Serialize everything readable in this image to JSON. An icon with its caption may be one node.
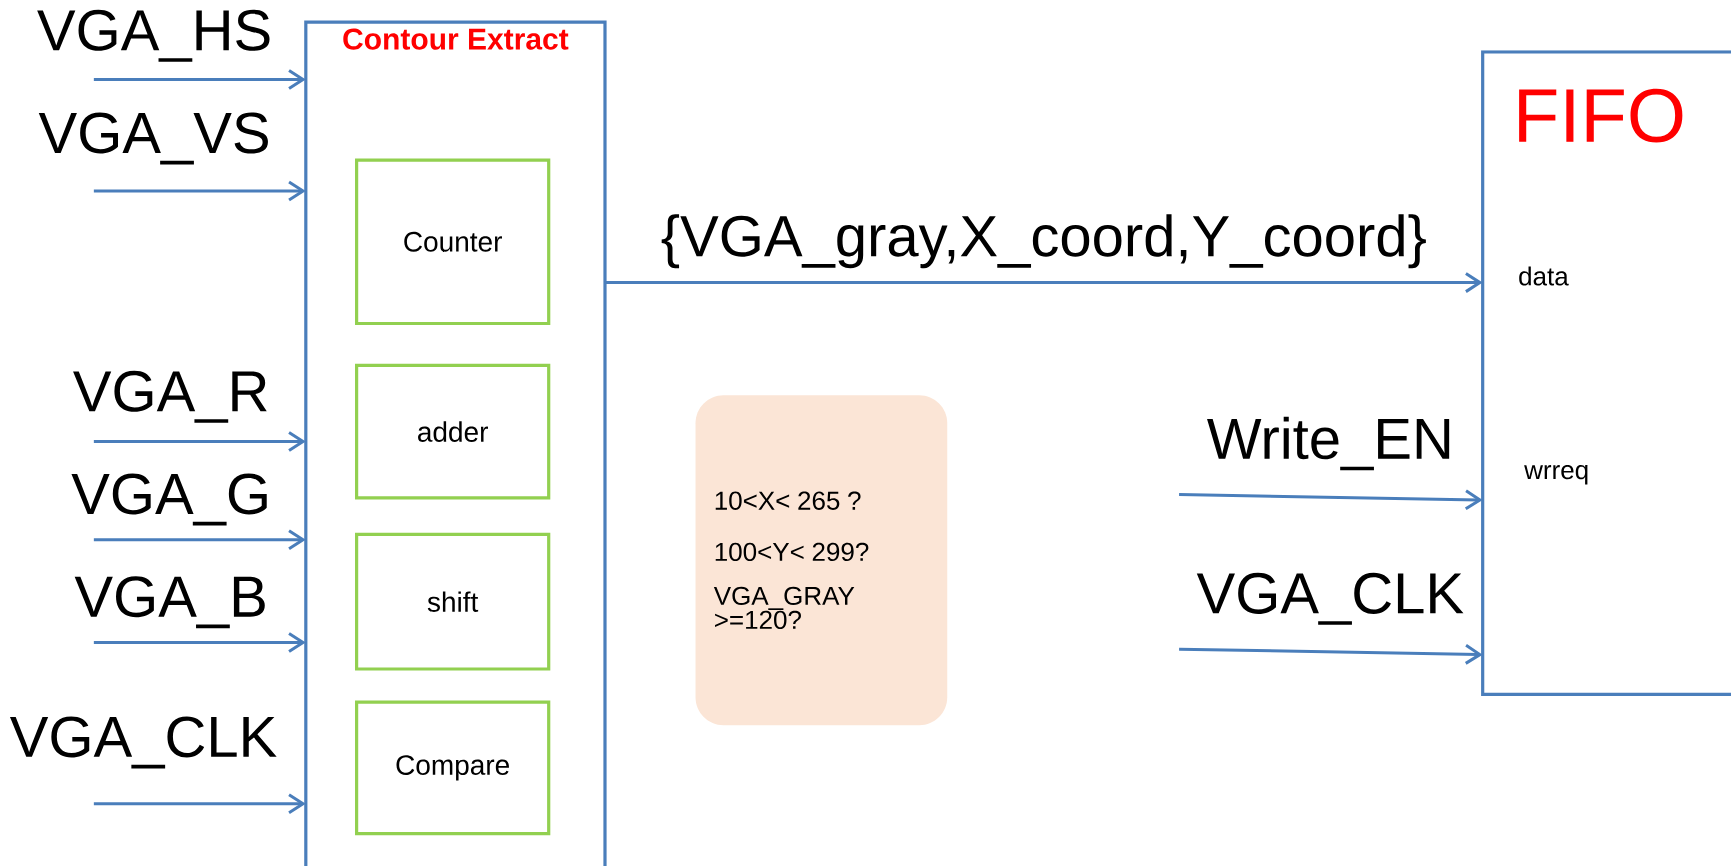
{
  "diagram": {
    "nodes": [
      {
        "text": [
          "Contour Extract"
        ]
      },
      {
        "text": [
          "Counter"
        ],
        "in": 0
      },
      {
        "text": [
          "adder"
        ],
        "in": 0
      },
      {
        "text": [
          "shift"
        ],
        "in": 0
      },
      {
        "text": [
          "Compare"
        ],
        "in": 0
      },
      {
        "text": [
          "10<X< 265 ?",
          "100<Y< 299?",
          "VGA_GRAY >=120?"
        ]
      },
      {
        "text": [
          "FIFO"
        ]
      },
      {
        "text": [
          "VGA_HS"
        ]
      },
      {
        "text": [
          "VGA_VS"
        ]
      },
      {
        "text": [
          "VGA_R"
        ]
      },
      {
        "text": [
          "VGA_G"
        ]
      },
      {
        "text": [
          "VGA_B"
        ]
      },
      {
        "text": [
          "VGA_CLK"
        ]
      },
      {
        "text": [
          "Write_EN"
        ]
      },
      {
        "text": [
          "VGA_CLK"
        ]
      }
    ],
    "edges": [
      {
        "from": 7,
        "to": 0,
        "arrow": "to"
      },
      {
        "from": 8,
        "to": 0,
        "arrow": "to"
      },
      {
        "from": 9,
        "to": 0,
        "arrow": "to"
      },
      {
        "from": 10,
        "to": 0,
        "arrow": "to"
      },
      {
        "from": 11,
        "to": 0,
        "arrow": "to"
      },
      {
        "from": 12,
        "to": 0,
        "arrow": "to"
      },
      {
        "from": 0,
        "to": 6,
        "arrow": "to",
        "label": "{VGA_gray,X_coord,Y_coord}"
      },
      {
        "from": 13,
        "to": 6,
        "arrow": "to"
      },
      {
        "from": 14,
        "to": 6,
        "arrow": "to"
      }
    ],
    "labels": [
      "data",
      "wrreq"
    ]
  }
}
